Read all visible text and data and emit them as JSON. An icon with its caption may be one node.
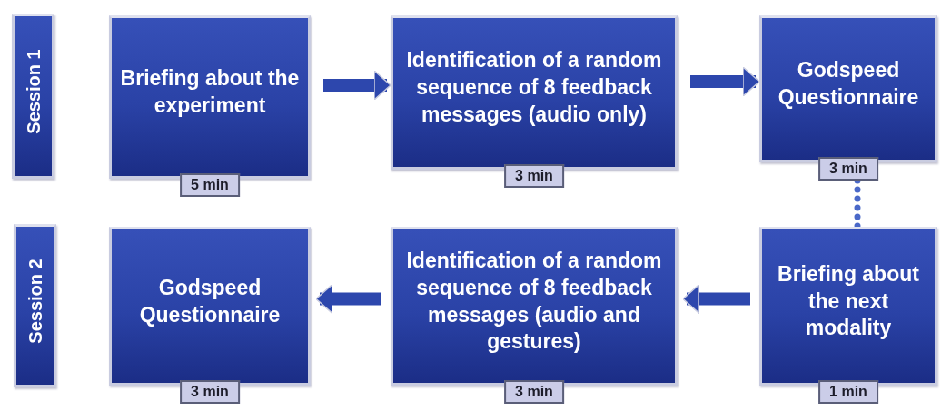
{
  "diagram": {
    "nodes": [
      {
        "text": [
          "Session 1"
        ]
      },
      {
        "text": [
          "Briefing about the experiment"
        ],
        "beside": [
          "5 min"
        ]
      },
      {
        "text": [
          "Identification of a random sequence of 8 feedback messages (audio only)"
        ],
        "beside": [
          "3 min"
        ]
      },
      {
        "text": [
          "Godspeed Questionnaire"
        ],
        "beside": [
          "3 min"
        ]
      },
      {
        "text": [
          "Session 2"
        ]
      },
      {
        "text": [
          "Godspeed Questionnaire"
        ],
        "beside": [
          "3 min"
        ]
      },
      {
        "text": [
          "Identification of a random sequence of 8 feedback messages (audio and gestures)"
        ],
        "beside": [
          "3 min"
        ]
      },
      {
        "text": [
          "Briefing about the next modality"
        ],
        "beside": [
          "1 min"
        ]
      }
    ],
    "edges": [
      {
        "from": 1,
        "to": 2,
        "arrow": "to"
      },
      {
        "from": 2,
        "to": 3,
        "arrow": "to"
      },
      {
        "from": 3,
        "to": 7,
        "arrow": "none",
        "style": "dashed"
      },
      {
        "from": 7,
        "to": 6,
        "arrow": "to"
      },
      {
        "from": 6,
        "to": 5,
        "arrow": "to"
      }
    ]
  }
}
